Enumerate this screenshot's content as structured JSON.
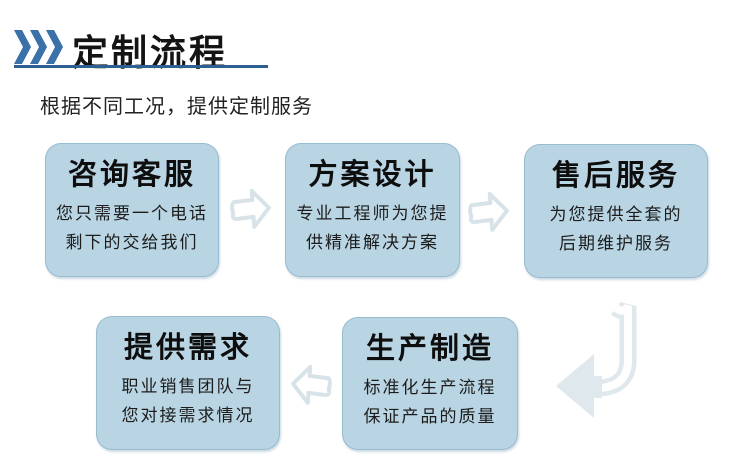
{
  "header": {
    "title": "定制流程",
    "subtitle": "根据不同工况，提供定制服务",
    "chevron_color": "#3a71a8",
    "underline_color": "#2d5f93"
  },
  "flow": {
    "box_fill": "#b9d5e3",
    "arrow_outline": "#d8e3e9",
    "boxes": [
      {
        "title": "咨询客服",
        "line1": "您只需要一个电话",
        "line2": "剩下的交给我们"
      },
      {
        "title": "方案设计",
        "line1": "专业工程师为您提",
        "line2": "供精准解决方案"
      },
      {
        "title": "售后服务",
        "line1": "为您提供全套的",
        "line2": "后期维护服务"
      },
      {
        "title": "提供需求",
        "line1": "职业销售团队与",
        "line2": "您对接需求情况"
      },
      {
        "title": "生产制造",
        "line1": "标准化生产流程",
        "line2": "保证产品的质量"
      }
    ]
  }
}
